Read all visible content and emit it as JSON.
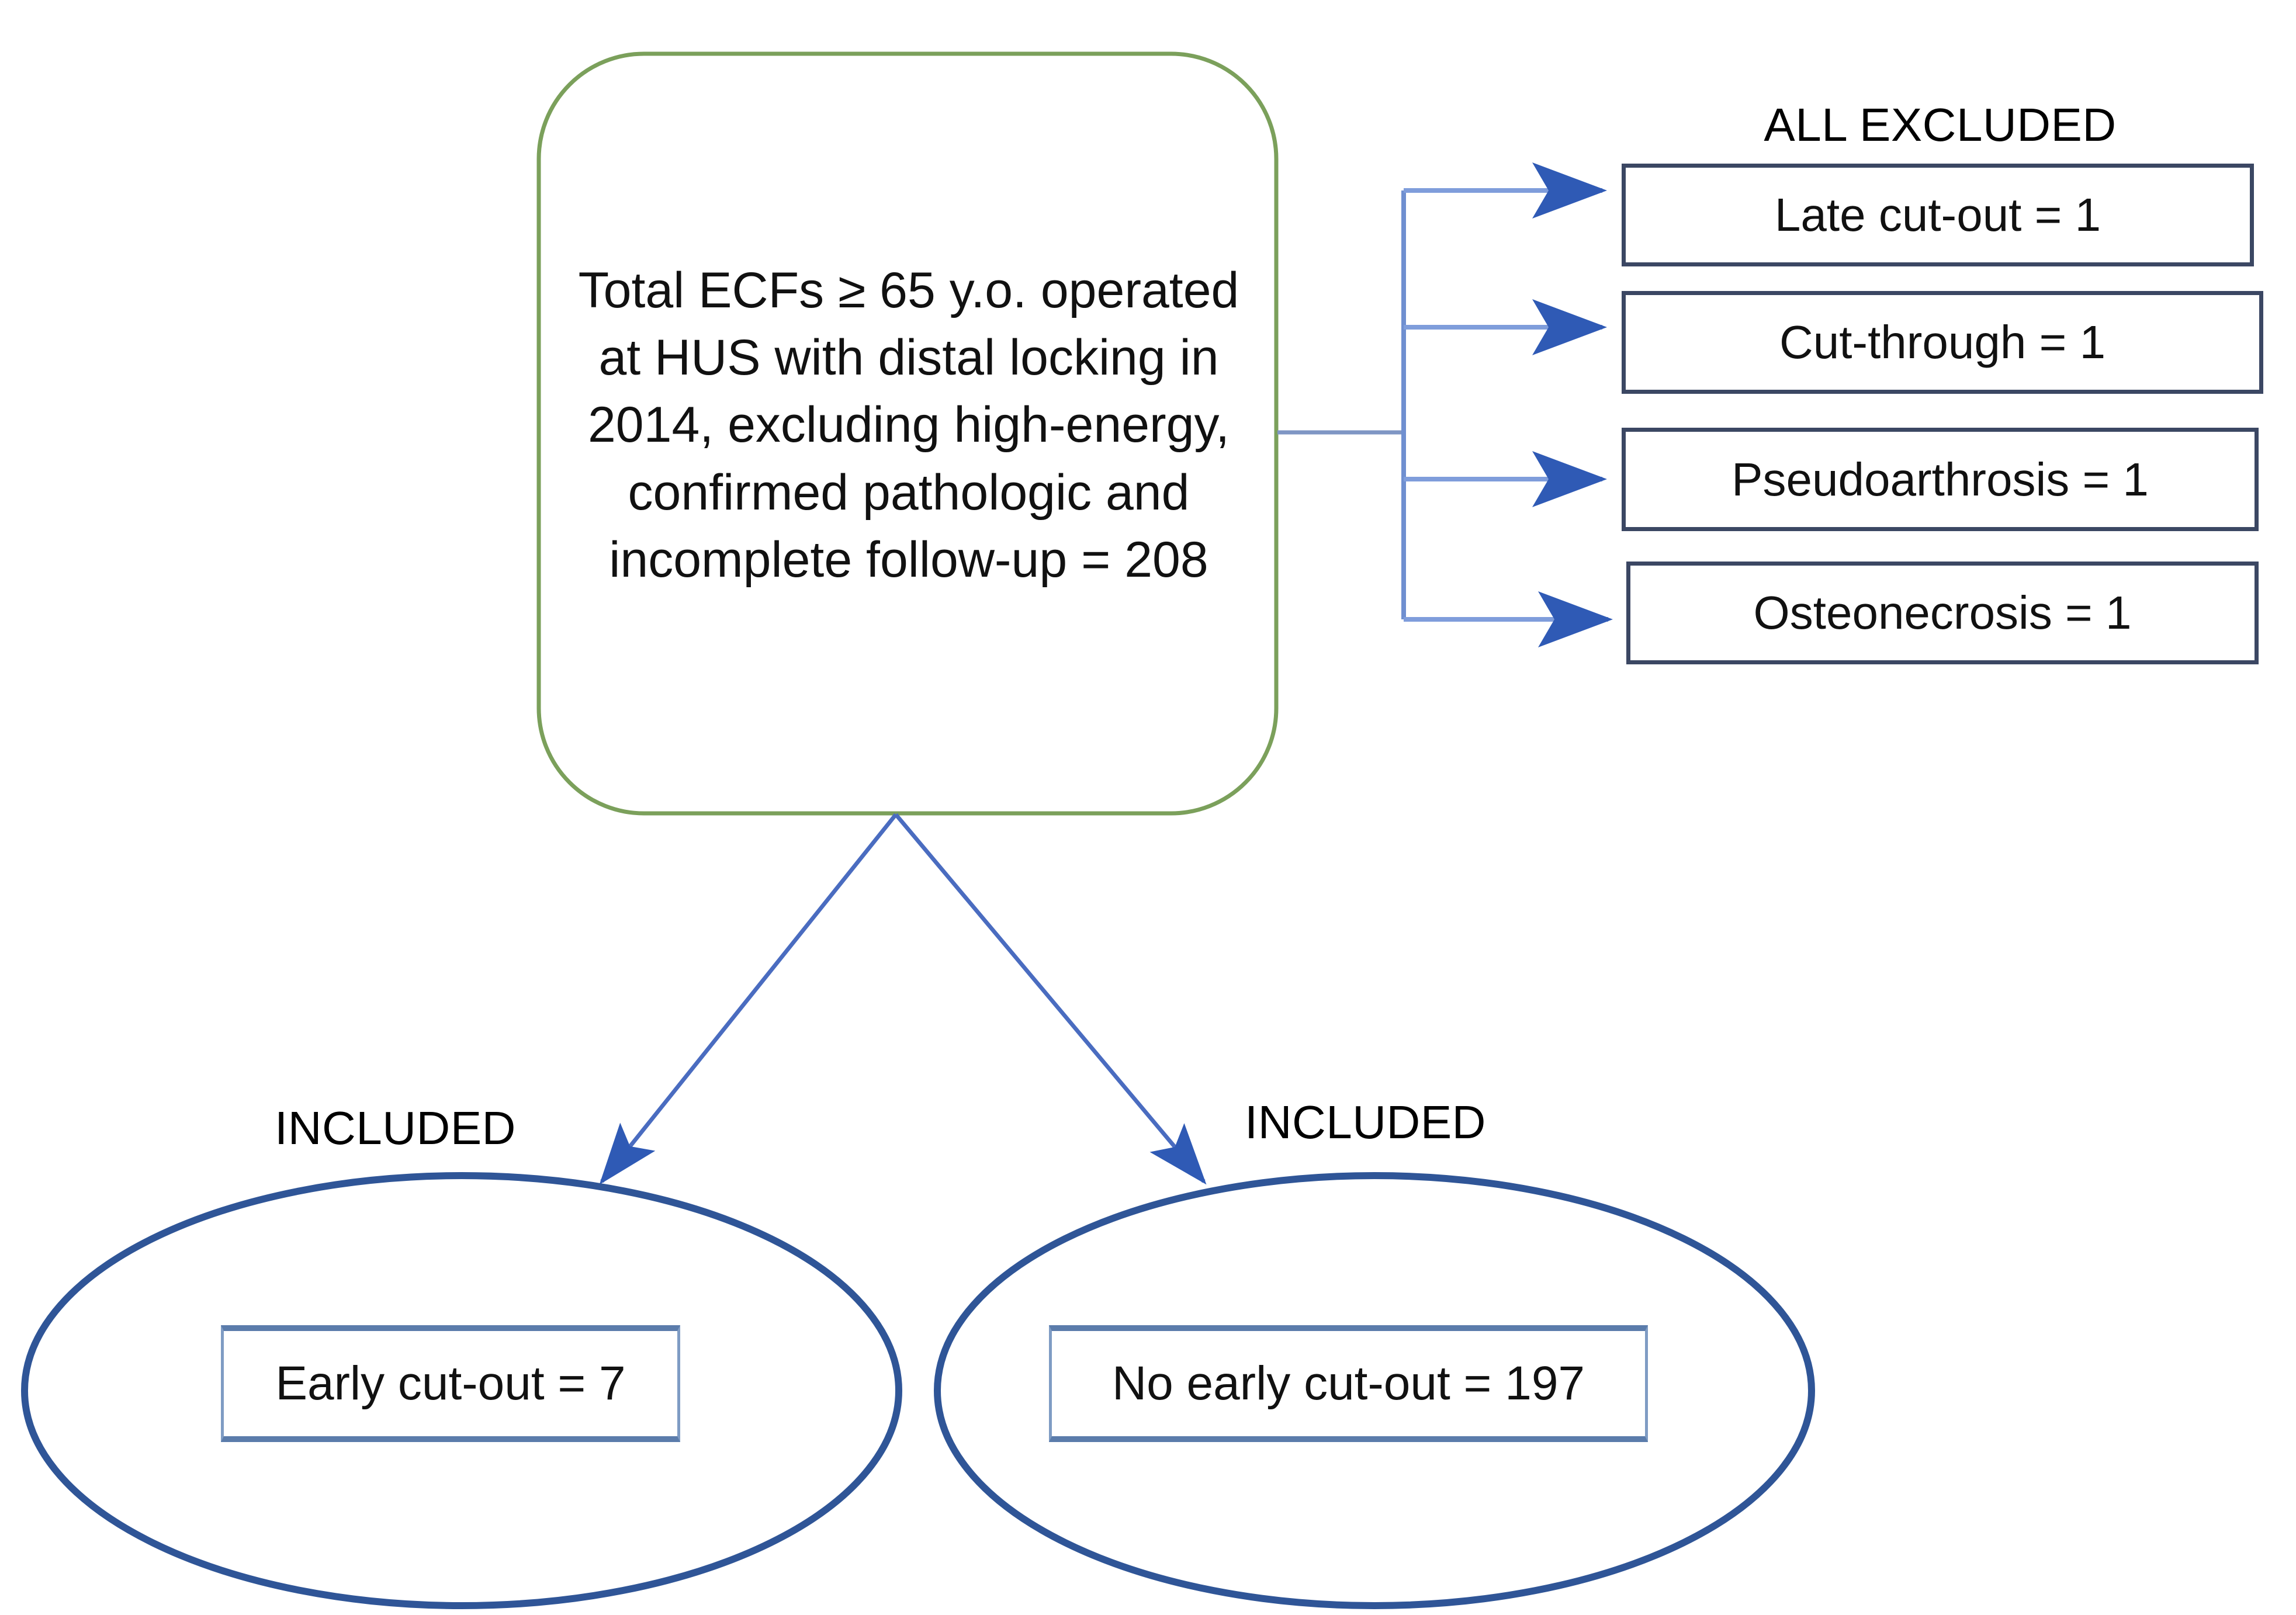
{
  "diagram": {
    "title_main": "Total ECFs ≥ 65 y.o. operated at HUS with distal locking in 2014, excluding high-energy, confirmed pathologic and incomplete follow-up = 208",
    "main_node": {
      "text": "Total ECFs ≥ 65 y.o. operated at HUS with distal locking in 2014, excluding high-energy, confirmed pathologic and incomplete follow-up = 208",
      "total": 208,
      "border_color": "#7ba05b"
    },
    "excluded": {
      "header": "ALL EXCLUDED",
      "border_color": "#3b4763",
      "items": [
        {
          "label": "Late cut-out = 1",
          "name": "Late cut-out",
          "count": 1
        },
        {
          "label": "Cut-through = 1",
          "name": "Cut-through",
          "count": 1
        },
        {
          "label": "Pseudoarthrosis = 1",
          "name": "Pseudoarthrosis",
          "count": 1
        },
        {
          "label": "Osteonecrosis = 1",
          "name": "Osteonecrosis",
          "count": 1
        }
      ]
    },
    "included": {
      "label_left": "INCLUDED",
      "label_right": "INCLUDED",
      "ellipse_color": "#2f5597",
      "groups": [
        {
          "label": "Early cut-out = 7",
          "name": "Early cut-out",
          "count": 7
        },
        {
          "label": "No early cut-out = 197",
          "name": "No early cut-out",
          "count": 197
        }
      ]
    },
    "connector_color": "#4472c4",
    "arrow_color": "#2f5ab5"
  }
}
